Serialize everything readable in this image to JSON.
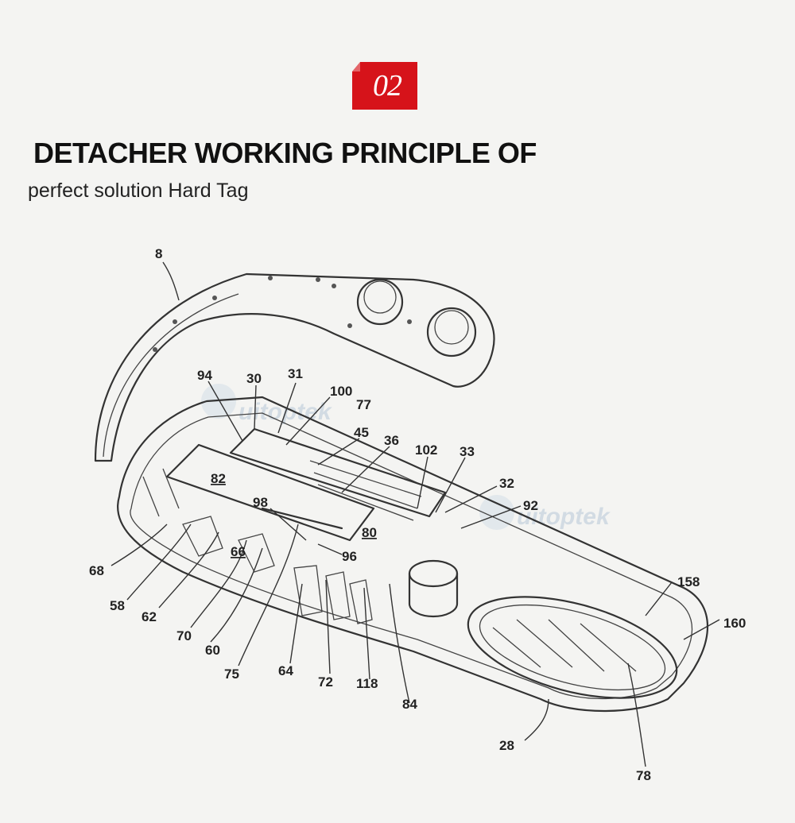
{
  "badge": {
    "number": "02",
    "color": "#d6131a"
  },
  "heading": {
    "title": "DETACHER WORKING PRINCIPLE OF",
    "subtitle": "perfect solution Hard Tag"
  },
  "diagram": {
    "watermark": "uitoptek",
    "labels": {
      "l8": "8",
      "l94": "94",
      "l30": "30",
      "l31": "31",
      "l100": "100",
      "l77": "77",
      "l45": "45",
      "l36": "36",
      "l102": "102",
      "l33": "33",
      "l32": "32",
      "l92": "92",
      "l82": "82",
      "l98": "98",
      "l80": "80",
      "l96": "96",
      "l66": "66",
      "l68": "68",
      "l58": "58",
      "l62": "62",
      "l70": "70",
      "l60": "60",
      "l75": "75",
      "l64": "64",
      "l72": "72",
      "l118": "118",
      "l84": "84",
      "l158": "158",
      "l160": "160",
      "l28": "28",
      "l78": "78"
    }
  }
}
